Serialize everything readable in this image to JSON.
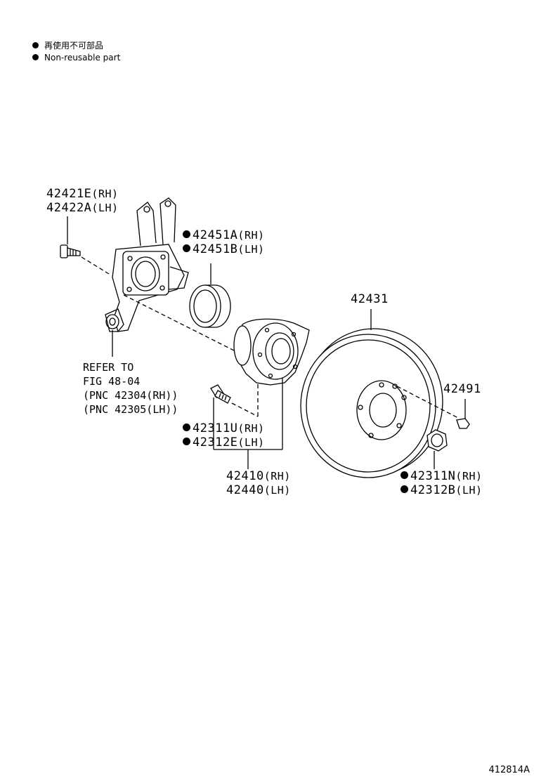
{
  "legend": {
    "jp": "再使用不可部品",
    "en": "Non-reusable part"
  },
  "parts": {
    "knuckle_bolt": {
      "rh": "42421E",
      "lh": "42422A",
      "rh_tag": "(RH)",
      "lh_tag": "(LH)"
    },
    "seal": {
      "rh": "42451A",
      "lh": "42451B",
      "rh_tag": "(RH)",
      "lh_tag": "(LH)"
    },
    "disc": {
      "no": "42431"
    },
    "plug": {
      "no": "42491"
    },
    "hub_bolt": {
      "rh": "42311U",
      "lh": "42312E",
      "rh_tag": "(RH)",
      "lh_tag": "(LH)"
    },
    "hub": {
      "rh": "42410",
      "lh": "42440",
      "rh_tag": "(RH)",
      "lh_tag": "(LH)"
    },
    "nut": {
      "rh": "42311N",
      "lh": "42312B",
      "rh_tag": "(RH)",
      "lh_tag": "(LH)"
    }
  },
  "refer": {
    "line1": "REFER TO",
    "line2": "FIG 48-04",
    "line3": "(PNC 42304(RH))",
    "line4": "(PNC 42305(LH))"
  },
  "figure_number": "412814A"
}
